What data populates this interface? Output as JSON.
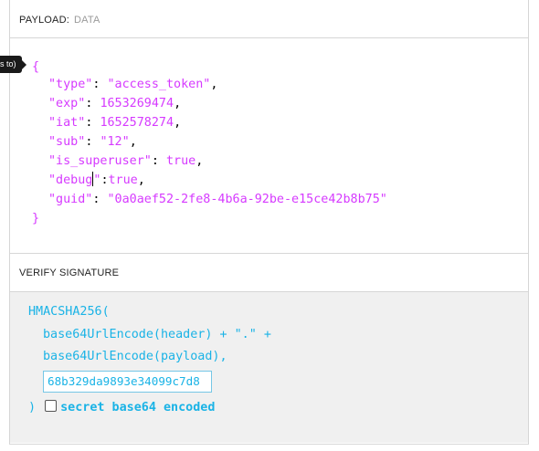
{
  "tooltip": {
    "text": "s to)"
  },
  "payload": {
    "header_title": "PAYLOAD:",
    "header_sub": "DATA",
    "brace_open": "{",
    "brace_close": "}",
    "lines": [
      {
        "key": "\"type\"",
        "sep": ": ",
        "value": "\"access_token\"",
        "end": ","
      },
      {
        "key": "\"exp\"",
        "sep": ": ",
        "value": "1653269474",
        "end": ","
      },
      {
        "key": "\"iat\"",
        "sep": ": ",
        "value": "1652578274",
        "end": ","
      },
      {
        "key": "\"sub\"",
        "sep": ": ",
        "value": "\"12\"",
        "end": ","
      },
      {
        "key": "\"is_superuser\"",
        "sep": ": ",
        "value": "true",
        "end": ","
      },
      {
        "key_a": "\"debug",
        "key_b": "\"",
        "sep": ":",
        "value": "true",
        "end": ","
      },
      {
        "key": "\"guid\"",
        "sep": ": ",
        "value": "\"0a0aef52-2fe8-4b6a-92be-e15ce42b8b75\"",
        "end": ""
      }
    ]
  },
  "verify": {
    "header_title": "VERIFY SIGNATURE",
    "fn_open": "HMACSHA256(",
    "line_header": "base64UrlEncode(header) + \".\" +",
    "line_payload": "base64UrlEncode(payload),",
    "secret_value": "68b329da9893e34099c7d8",
    "close_paren": ")",
    "checkbox_label": "secret base64 encoded"
  },
  "colors": {
    "json_key": "#d63aff",
    "verify_text": "#1ab3e6",
    "border": "#d6d6d6"
  }
}
